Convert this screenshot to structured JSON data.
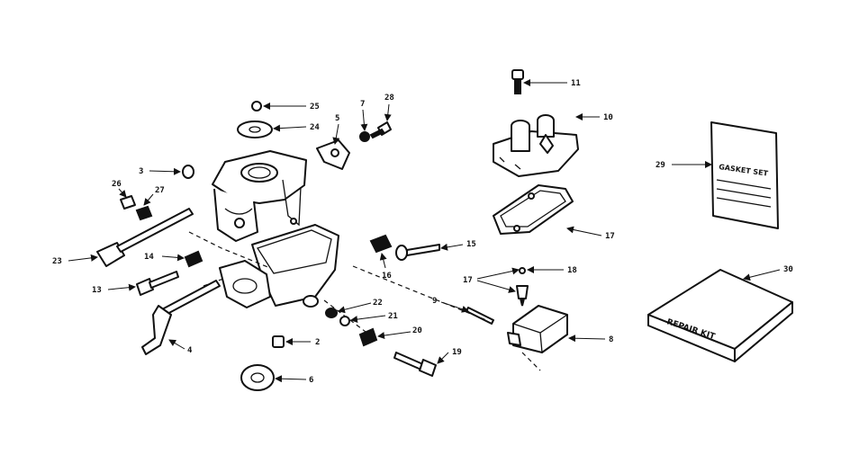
{
  "diagram": {
    "callouts": [
      {
        "id": "c1",
        "label": "25"
      },
      {
        "id": "c2",
        "label": "24"
      },
      {
        "id": "c3",
        "label": "5"
      },
      {
        "id": "c4",
        "label": "7"
      },
      {
        "id": "c5",
        "label": "28"
      },
      {
        "id": "c6",
        "label": "3"
      },
      {
        "id": "c7",
        "label": "26"
      },
      {
        "id": "c8",
        "label": "27"
      },
      {
        "id": "c9",
        "label": "23"
      },
      {
        "id": "c10",
        "label": "14"
      },
      {
        "id": "c11",
        "label": "13"
      },
      {
        "id": "c12",
        "label": "4"
      },
      {
        "id": "c13",
        "label": "2"
      },
      {
        "id": "c14",
        "label": "6"
      },
      {
        "id": "c15",
        "label": "22"
      },
      {
        "id": "c16",
        "label": "21"
      },
      {
        "id": "c17",
        "label": "20"
      },
      {
        "id": "c18",
        "label": "19"
      },
      {
        "id": "c19",
        "label": "16"
      },
      {
        "id": "c20",
        "label": "15"
      },
      {
        "id": "c21",
        "label": "11"
      },
      {
        "id": "c22",
        "label": "10"
      },
      {
        "id": "c23",
        "label": "17"
      },
      {
        "id": "c24",
        "label": "17"
      },
      {
        "id": "c25",
        "label": "18"
      },
      {
        "id": "c26",
        "label": "9"
      },
      {
        "id": "c27",
        "label": "8"
      },
      {
        "id": "c28",
        "label": "29"
      },
      {
        "id": "c29",
        "label": "30"
      }
    ],
    "gasket_set_label": "GASKET SET",
    "repair_kit_label": "REPAIR KIT"
  }
}
